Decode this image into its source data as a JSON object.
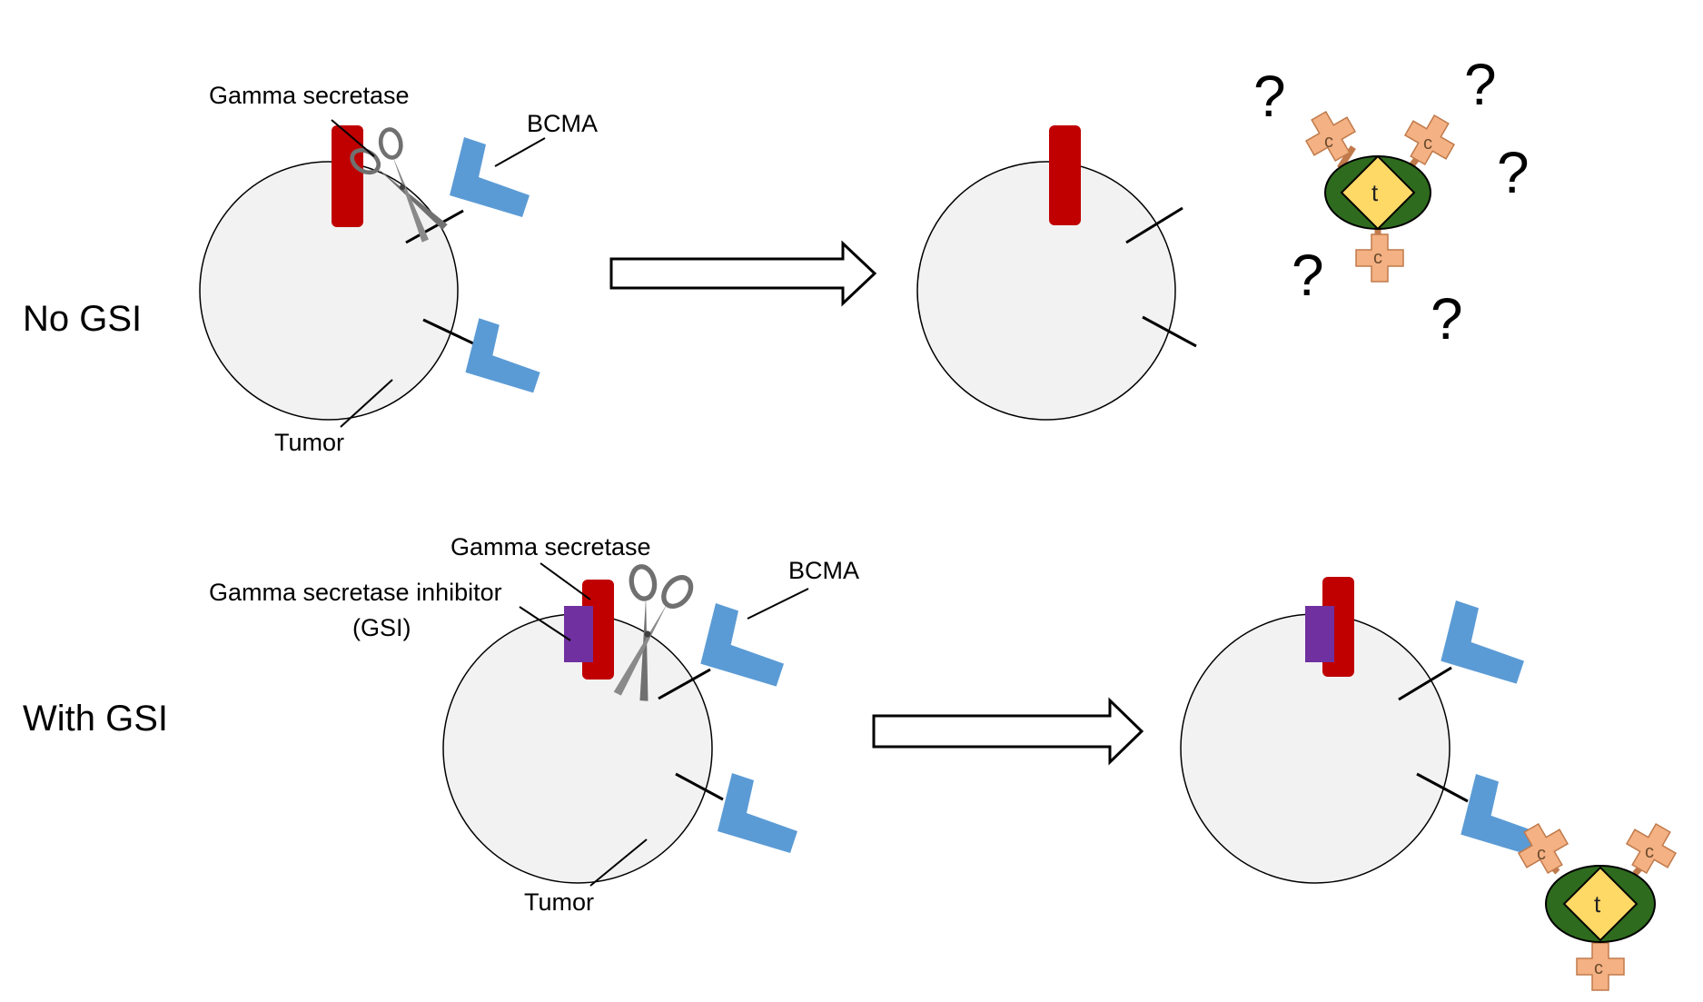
{
  "labels": {
    "no_gsi": "No GSI",
    "with_gsi": "With GSI",
    "gamma_secretase": "Gamma secretase",
    "bcma": "BCMA",
    "tumor": "Tumor",
    "gsi_line1": "Gamma secretase inhibitor",
    "gsi_line2": "(GSI)"
  },
  "glyphs": {
    "question": "?",
    "t": "t",
    "c": "c"
  },
  "colors": {
    "tumor_fill": "#f2f2f2",
    "gamma_secretase": "#c00000",
    "bcma": "#5b9bd5",
    "gsi": "#7030a0",
    "drug_green": "#2e6b1e",
    "drug_yellow": "#ffd966",
    "drug_arm": "#f4b183",
    "scissors": "#707070"
  }
}
